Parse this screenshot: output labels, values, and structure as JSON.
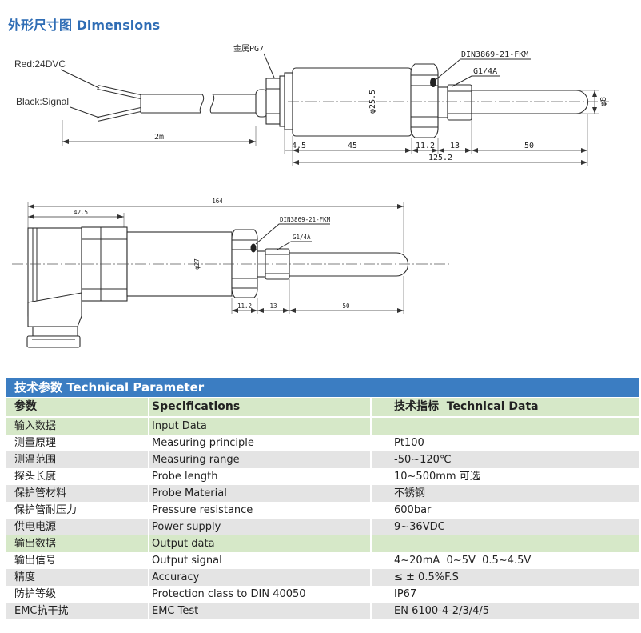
{
  "title": "外形尺寸图 Dimensions",
  "colors": {
    "title": "#2f6db5",
    "table_heading_bg": "#3b7dc2",
    "section_bg": "#d6e8c8",
    "stripe_bg": "#e4e4e4"
  },
  "drawing_cable": {
    "wire_red_label": "Red:24DVC",
    "wire_black_label": "Black:Signal",
    "cable_length": "2m",
    "gland_label": "金属PG7",
    "seal_label": "DIN3869-21-FKM",
    "thread_label": "G1/4A",
    "body_diameter": "φ25.5",
    "probe_diameter": "φ8",
    "lengths": [
      "4.5",
      "45",
      "11.2",
      "13",
      "50"
    ],
    "total_length": "125.2"
  },
  "drawing_connector": {
    "total_length": "164",
    "connector_length": "42.5",
    "seal_label": "DIN3869-21-FKM",
    "thread_label": "G1/4A",
    "body_diameter": "φ27",
    "lengths": [
      "11.2",
      "13",
      "50"
    ]
  },
  "table": {
    "heading": "技术参数 Technical Parameter",
    "columns": [
      "参数",
      "Specifications",
      "技术指标  Technical Data"
    ],
    "rows": [
      {
        "cn": "输入数据",
        "en": "Input Data",
        "value": ""
      },
      {
        "cn": "测量原理",
        "en": "Measuring principle",
        "value": "Pt100"
      },
      {
        "cn": "测温范围",
        "en": "Measuring range",
        "value": "-50~120℃"
      },
      {
        "cn": "探头长度",
        "en": "Probe length",
        "value": "10~500mm 可选"
      },
      {
        "cn": "保护管材料",
        "en": "Probe Material",
        "value": "不锈钢"
      },
      {
        "cn": "保护管耐压力",
        "en": "Pressure resistance",
        "value": "600bar"
      },
      {
        "cn": "供电电源",
        "en": "Power supply",
        "value": "9~36VDC"
      },
      {
        "cn": "输出数据",
        "en": "Output data",
        "value": ""
      },
      {
        "cn": "输出信号",
        "en": "Output signal",
        "value": "4~20mA  0~5V  0.5~4.5V"
      },
      {
        "cn": "精度",
        "en": "Accuracy",
        "value": "≤ ± 0.5%F.S"
      },
      {
        "cn": "防护等级",
        "en": "Protection class to DIN 40050",
        "value": "IP67"
      },
      {
        "cn": "EMC抗干扰",
        "en": "EMC Test",
        "value": "EN 6100-4-2/3/4/5"
      }
    ]
  }
}
